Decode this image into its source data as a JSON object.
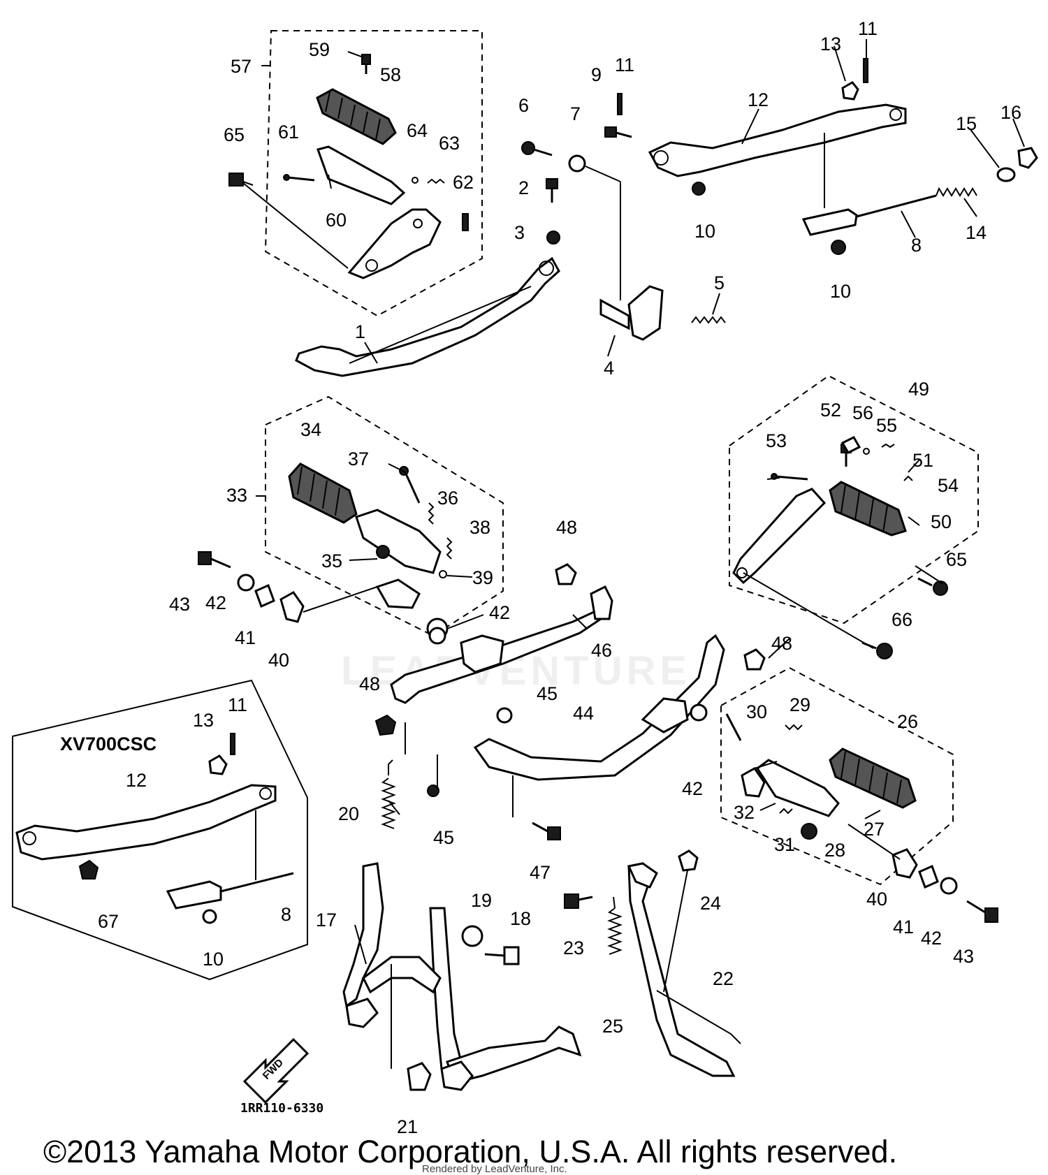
{
  "variant_label": "XV700CSC",
  "drawing_code": "1RR110-6330",
  "forward_label": "FWD",
  "copyright": "©2013 Yamaha Motor Corporation, U.S.A. All rights reserved.",
  "rendered_by": "Rendered by LeadVenture, Inc.",
  "watermark": "LEADVENTURE",
  "callouts": {
    "c1": "1",
    "c2": "2",
    "c3": "3",
    "c4": "4",
    "c5": "5",
    "c6": "6",
    "c7": "7",
    "c8": "8",
    "c8b": "8",
    "c9": "9",
    "c10a": "10",
    "c10b": "10",
    "c10c": "10",
    "c11a": "11",
    "c11b": "11",
    "c11c": "11",
    "c12a": "12",
    "c12b": "12",
    "c13a": "13",
    "c13b": "13",
    "c14": "14",
    "c15": "15",
    "c16": "16",
    "c17": "17",
    "c18": "18",
    "c19": "19",
    "c20": "20",
    "c21": "21",
    "c22": "22",
    "c23": "23",
    "c24": "24",
    "c25": "25",
    "c26": "26",
    "c27": "27",
    "c28": "28",
    "c29": "29",
    "c30": "30",
    "c31": "31",
    "c32": "32",
    "c33": "33",
    "c34": "34",
    "c35": "35",
    "c36": "36",
    "c37": "37",
    "c38": "38",
    "c39": "39",
    "c40a": "40",
    "c40b": "40",
    "c41a": "41",
    "c41b": "41",
    "c42a": "42",
    "c42b": "42",
    "c42c": "42",
    "c42d": "42",
    "c43a": "43",
    "c43b": "43",
    "c44": "44",
    "c45a": "45",
    "c45b": "45",
    "c46": "46",
    "c47": "47",
    "c48a": "48",
    "c48b": "48",
    "c48c": "48",
    "c49": "49",
    "c50": "50",
    "c51": "51",
    "c52": "52",
    "c53": "53",
    "c54": "54",
    "c55": "55",
    "c56": "56",
    "c57": "57",
    "c58": "58",
    "c59": "59",
    "c60": "60",
    "c61": "61",
    "c62": "62",
    "c63": "63",
    "c64": "64",
    "c65a": "65",
    "c65b": "65",
    "c66": "66",
    "c67": "67"
  }
}
